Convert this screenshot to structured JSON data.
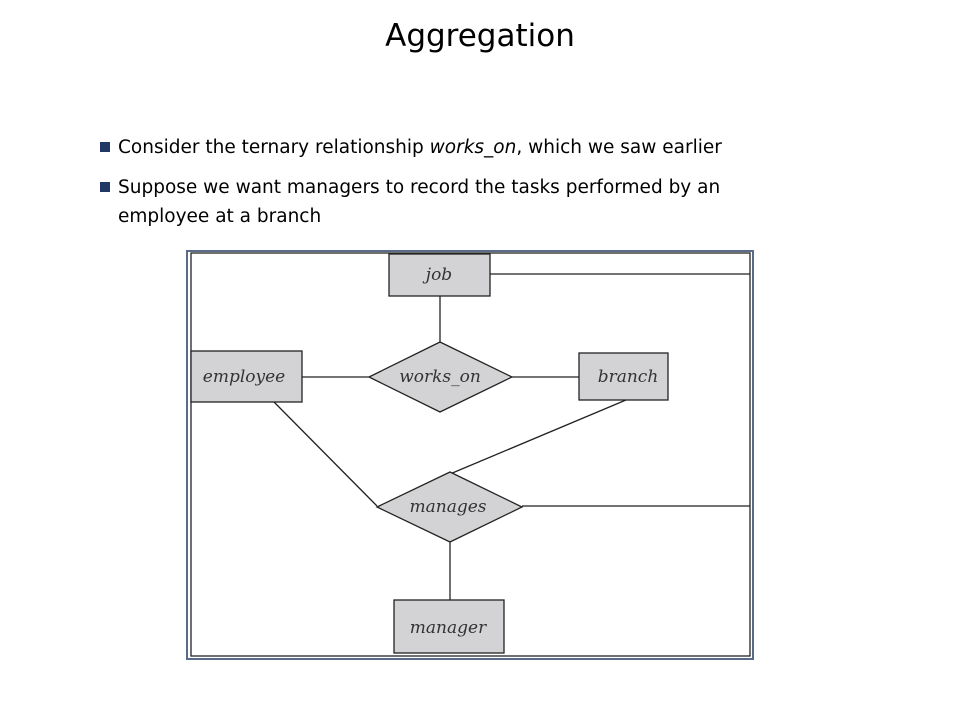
{
  "title": "Aggregation",
  "bullets": [
    {
      "before": "Consider the ternary relationship ",
      "emphasis": "works_on",
      "after": ", which we saw earlier"
    },
    {
      "text": "Suppose we want managers to record the tasks performed by an employee at a branch"
    }
  ],
  "diagram": {
    "entities": {
      "job": "job",
      "employee": "employee",
      "branch": "branch",
      "manager": "manager"
    },
    "relationships": {
      "works_on": "works_on",
      "manages": "manages"
    }
  },
  "colors": {
    "bullet_marker": "#1F3864",
    "shape_fill": "#D3D3D5",
    "frame_border": "#5A6B8A",
    "line": "#222222"
  }
}
